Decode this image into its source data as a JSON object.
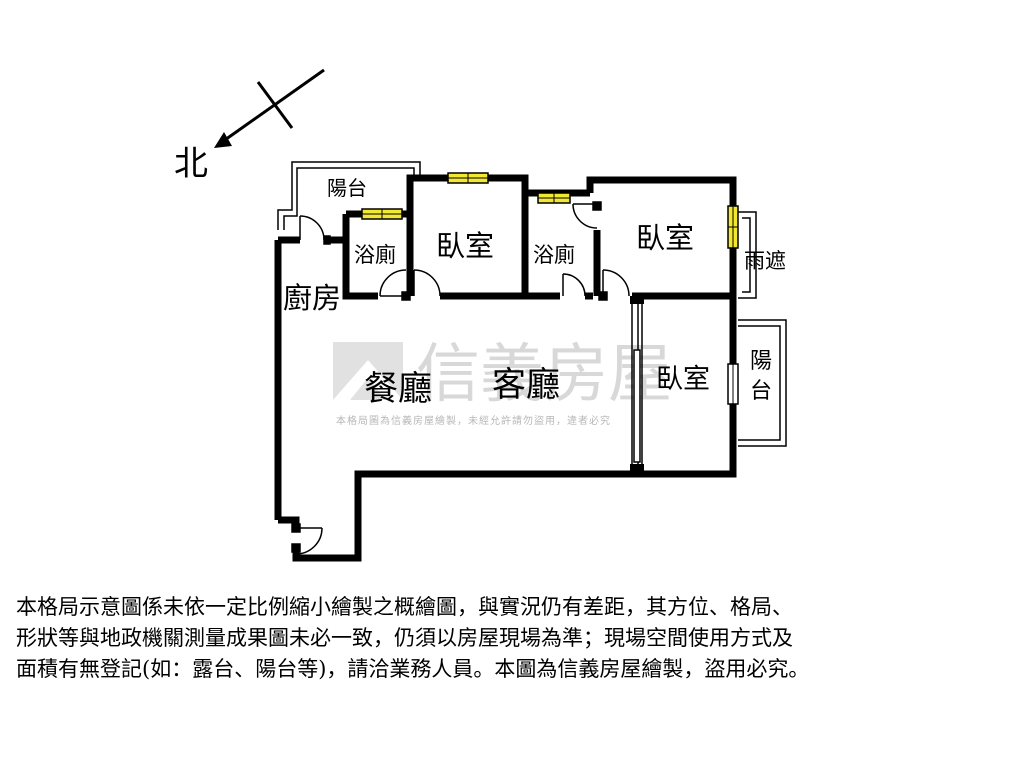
{
  "compass": {
    "north_label": "北"
  },
  "rooms": {
    "balcony_top": "陽台",
    "bath_left": "浴廁",
    "bedroom_1": "臥室",
    "bath_right": "浴廁",
    "bedroom_2": "臥室",
    "rain_shelter": "雨遮",
    "kitchen": "廚房",
    "dining": "餐廳",
    "living": "客廳",
    "bedroom_3": "臥室",
    "balcony_right": "陽台"
  },
  "watermark": {
    "brand": "信義房屋",
    "note": "本格局圖為信義房屋繪製，未經允許請勿盜用，違者必究"
  },
  "disclaimer": {
    "lines": [
      "本格局示意圖係未依一定比例縮小繪製之概繪圖，與實況仍有差距，其方位、格局、",
      "形狀等與地政機關測量成果圖未必一致，仍須以房屋現場為準；現場空間使用方式及",
      "面積有無登記(如：露台、陽台等)，請洽業務人員。本圖為信義房屋繪製，盜用必究。"
    ]
  },
  "colors": {
    "wall": "#000000",
    "window_fill": "#f2e830",
    "watermark": "#c8c8c8"
  }
}
